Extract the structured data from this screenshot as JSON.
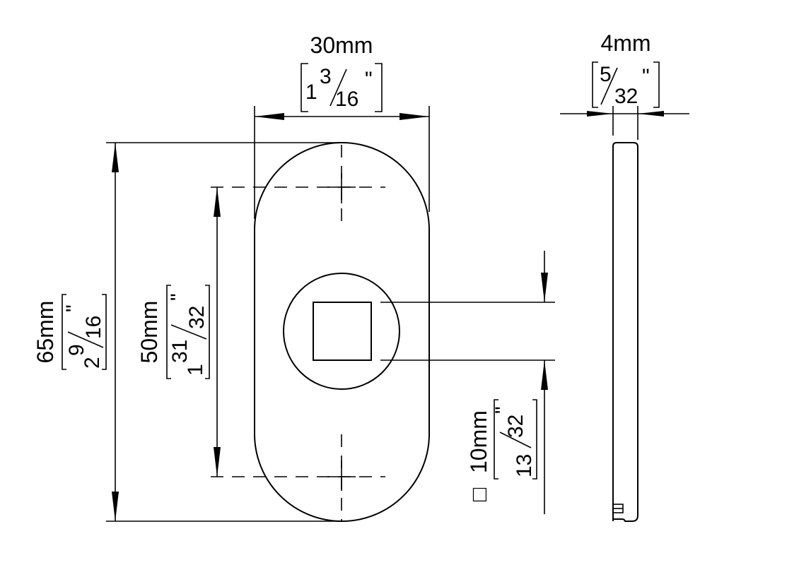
{
  "dimensions": {
    "width": {
      "metric": "30mm",
      "whole": "1",
      "num": "3",
      "den": "16",
      "unit": "\""
    },
    "height": {
      "metric": "65mm",
      "whole": "2",
      "num": "9",
      "den": "16",
      "unit": "\""
    },
    "hole_spacing": {
      "metric": "50mm",
      "whole": "1",
      "num": "31",
      "den": "32",
      "unit": "\""
    },
    "square": {
      "symbol": "□",
      "metric": "10mm",
      "num": "13",
      "den": "32",
      "unit": "\""
    },
    "thickness": {
      "metric": "4mm",
      "num": "5",
      "den": "32",
      "unit": "\""
    }
  },
  "colors": {
    "line": "#000000",
    "background": "#ffffff"
  }
}
